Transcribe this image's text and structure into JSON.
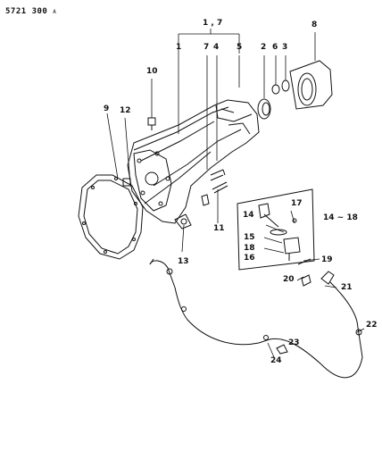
{
  "diagram": {
    "code": "5721 300",
    "code_suffix": "A",
    "labels": {
      "l1_7": "1 , 7",
      "l1": "1",
      "l7": "7",
      "l4": "4",
      "l5": "5",
      "l2": "2",
      "l6": "6",
      "l3": "3",
      "l8": "8",
      "l10": "10",
      "l9": "9",
      "l12": "12",
      "l11": "11",
      "l13": "13",
      "l17": "17",
      "l14_18": "14 ~ 18",
      "l14": "14",
      "l15": "15",
      "l18": "18",
      "l16": "16",
      "l19": "19",
      "l20": "20",
      "l21": "21",
      "l22": "22",
      "l23": "23",
      "l24": "24"
    }
  }
}
